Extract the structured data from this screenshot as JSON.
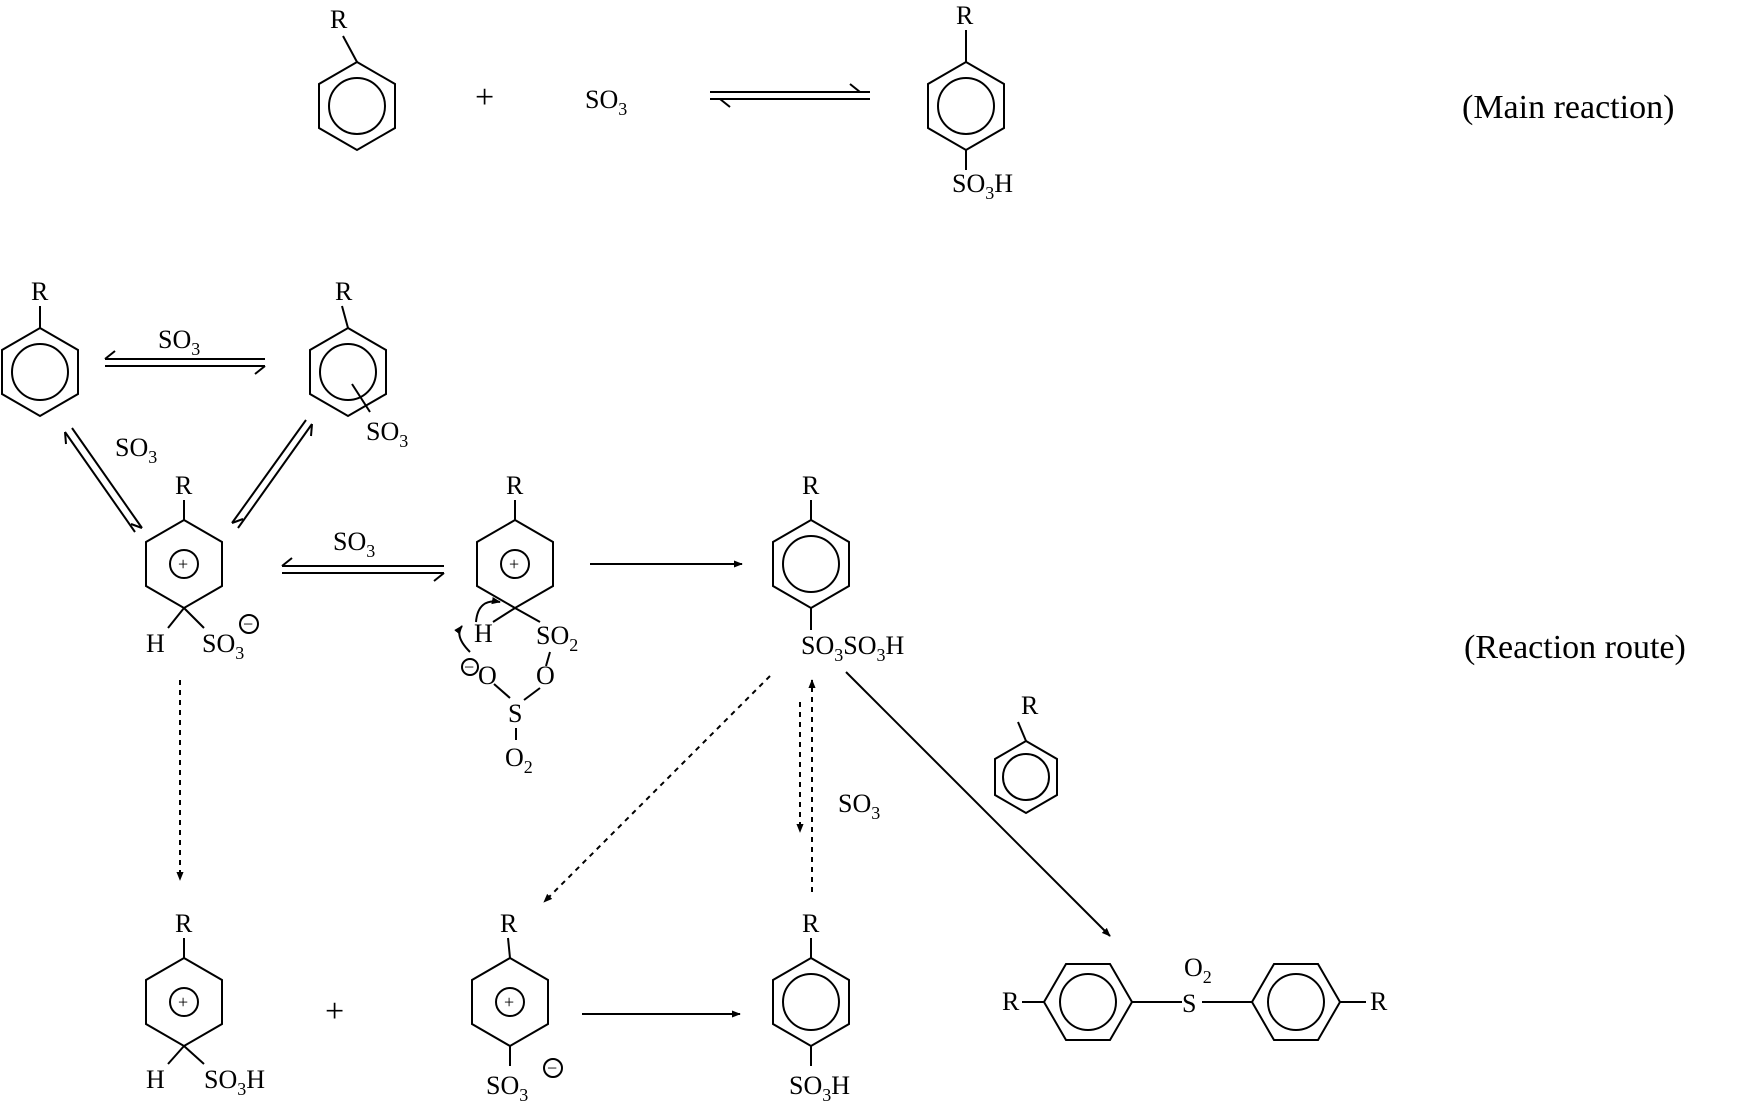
{
  "labels": {
    "main_reaction": "(Main reaction)",
    "reaction_route": "(Reaction route)"
  },
  "atoms": {
    "R": "R",
    "H": "H",
    "S": "S",
    "O": "O",
    "plus": "+",
    "charge_plus": "+",
    "charge_minus": "−"
  },
  "groups": {
    "so3": {
      "main": "SO",
      "sub": "3"
    },
    "so3h": {
      "main": "SO",
      "sub": "3",
      "tail": "H"
    },
    "so2": {
      "main": "SO",
      "sub": "2"
    },
    "o2": {
      "main": "O",
      "sub": "2"
    },
    "so3so3h": {
      "main1": "SO",
      "sub1": "3",
      "main2": "SO",
      "sub2": "3",
      "tail": "H"
    }
  }
}
